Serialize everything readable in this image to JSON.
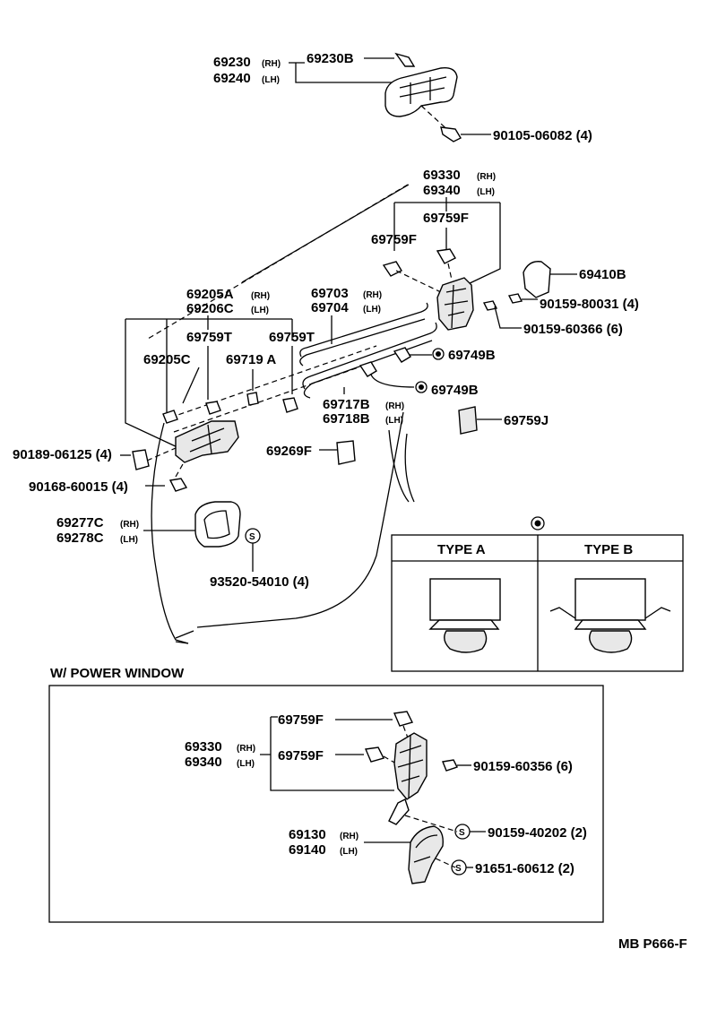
{
  "labels": {
    "p69230": "69230",
    "p69230_s": "(RH)",
    "p69240": "69240",
    "p69240_s": "(LH)",
    "p69230B": "69230B",
    "p90105": "90105-06082 (4)",
    "p69330": "69330",
    "p69330_s": "(RH)",
    "p69340": "69340",
    "p69340_s": "(LH)",
    "p69759F_a": "69759F",
    "p69759F_b": "69759F",
    "p69410B": "69410B",
    "p90159_80031": "90159-80031 (4)",
    "p90159_60366": "90159-60366 (6)",
    "p69205A": "69205A",
    "p69205A_s": "(RH)",
    "p69206C": "69206C",
    "p69206C_s": "(LH)",
    "p69703": "69703",
    "p69703_s": "(RH)",
    "p69704": "69704",
    "p69704_s": "(LH)",
    "p69759T_a": "69759T",
    "p69759T_b": "69759T",
    "p69205C": "69205C",
    "p69719A": "69719 A",
    "p69749B_a": "69749B",
    "p69749B_b": "69749B",
    "p69717B": "69717B",
    "p69717B_s": "(RH)",
    "p69718B": "69718B",
    "p69718B_s": "(LH)",
    "p69759J": "69759J",
    "p90189": "90189-06125 (4)",
    "p69269F": "69269F",
    "p90168": "90168-60015 (4)",
    "p69277C": "69277C",
    "p69277C_s": "(RH)",
    "p69278C": "69278C",
    "p69278C_s": "(LH)",
    "p93520": "93520-54010 (4)",
    "typeA": "TYPE A",
    "typeB": "TYPE B",
    "power_window": "W/ POWER WINDOW",
    "pw_69759F_a": "69759F",
    "pw_69759F_b": "69759F",
    "pw_69330": "69330",
    "pw_69330_s": "(RH)",
    "pw_69340": "69340",
    "pw_69340_s": "(LH)",
    "pw_90159_60356": "90159-60356 (6)",
    "pw_69130": "69130",
    "pw_69130_s": "(RH)",
    "pw_69140": "69140",
    "pw_69140_s": "(LH)",
    "pw_90159_40202": "90159-40202 (2)",
    "pw_91651": "91651-60612 (2)",
    "ref_code": "MB P666-F",
    "s_symbol": "S"
  }
}
